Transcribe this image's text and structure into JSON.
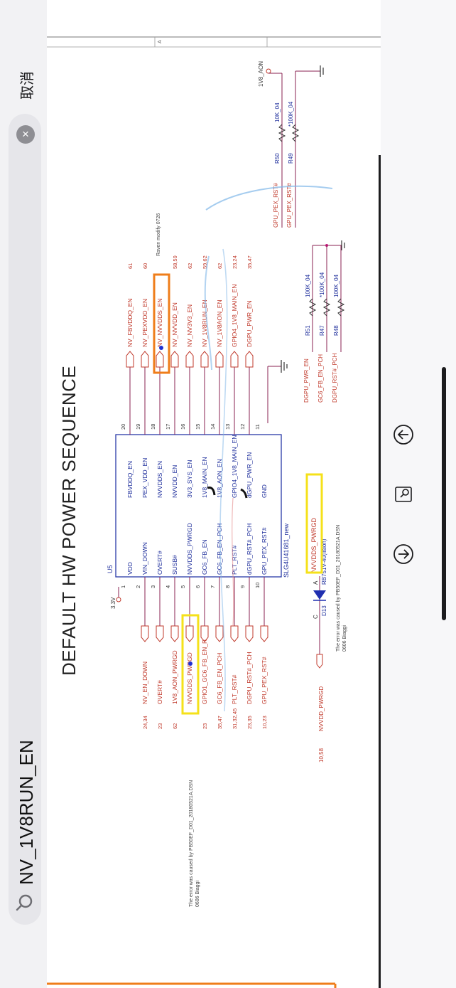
{
  "toolbar": {
    "cancel_label": "取消",
    "search_query": "NV_1V8RUN_EN"
  },
  "icons": {
    "clear": "close-icon",
    "search": "magnifier-icon",
    "prev": "arrow-up-circle-icon",
    "next": "arrow-down-circle-icon",
    "find": "document-search-icon"
  },
  "schematic": {
    "title": "DEFAULT HW POWER SEQUENCE",
    "sheet_col": "A",
    "chip_ref": "U5",
    "chip_part": "SLG4U41681_new",
    "supply": "3.3V",
    "aon_rail": "1V8_AON",
    "note_modify": "Raven modify 0726",
    "err_line1": "The error was caused by PB50EF_D01_20180521A.DSN",
    "err_line2": "0606 Biaggi",
    "left_pins": [
      {
        "num": "1",
        "pin": "VDD",
        "net": "",
        "xref": ""
      },
      {
        "num": "2",
        "pin": "VIN_DOWN",
        "net": "NV_EN_DOWN",
        "xref": "24,34"
      },
      {
        "num": "3",
        "pin": "OVERT#",
        "net": "OVERT#",
        "xref": "23"
      },
      {
        "num": "4",
        "pin": "SUSB#",
        "net": "1V8_AON_PWRGD",
        "xref": "62"
      },
      {
        "num": "5",
        "pin": "NVVDDS_PWRGD",
        "net": "NVVDDS_PWRGD",
        "xref": ""
      },
      {
        "num": "6",
        "pin": "GC6_FB_EN",
        "net": "GPIO1_GC6_FB_EN_R",
        "xref": "23"
      },
      {
        "num": "7",
        "pin": "GC6_FB_EN_PCH",
        "net": "GC6_FB_EN_PCH",
        "xref": "35,47"
      },
      {
        "num": "8",
        "pin": "PLT_RST#",
        "net": "PLT_RST#",
        "xref": "31,32,45"
      },
      {
        "num": "9",
        "pin": "dGPU_RST#_PCH",
        "net": "DGPU_RST#_PCH",
        "xref": "23,35"
      },
      {
        "num": "10",
        "pin": "GPU_PEX_RST#",
        "net": "GPU_PEX_RST#",
        "xref": "10,23"
      }
    ],
    "right_pins": [
      {
        "num": "20",
        "pin": "FBVDDQ_EN",
        "net": "NV_FBVDDQ_EN",
        "xref": "61"
      },
      {
        "num": "19",
        "pin": "PEX_VDD_EN",
        "net": "NV_PEXVDD_EN",
        "xref": "60"
      },
      {
        "num": "18",
        "pin": "NVVDDS_EN",
        "net": "NV_NVVDDS_EN",
        "xref": ""
      },
      {
        "num": "17",
        "pin": "NVVDD_EN",
        "net": "NV_NVVDD_EN",
        "xref": "58,59"
      },
      {
        "num": "16",
        "pin": "3V3_SYS_EN",
        "net": "NV_NV3V3_EN",
        "xref": "62"
      },
      {
        "num": "15",
        "pin": "1V8_MAIN_EN",
        "net": "NV_1V8RUN_EN",
        "xref": "59,62"
      },
      {
        "num": "14",
        "pin": "1V8_AON_EN",
        "net": "NV_1V8AON_EN",
        "xref": "62"
      },
      {
        "num": "13",
        "pin": "GPIO4_1V8_MAIN_EN",
        "net": "GPIO4_1V8_MAIN_EN",
        "xref": "23,24"
      },
      {
        "num": "12",
        "pin": "dGPU_PWR_EN",
        "net": "DGPU_PWR_EN",
        "xref": "35,47"
      },
      {
        "num": "11",
        "pin": "GND",
        "net": "",
        "xref": ""
      }
    ],
    "resistors": [
      {
        "ref": "R50",
        "val": "10K_04",
        "net": "GPU_PEX_RST#"
      },
      {
        "ref": "R49",
        "val": "*100K_04",
        "net": "GPU_PEX_RST#"
      },
      {
        "ref": "R51",
        "val": "100K_04",
        "net": "DGPU_PWR_EN"
      },
      {
        "ref": "R47",
        "val": "*100K_04",
        "net": "GC6_FB_EN_PCH"
      },
      {
        "ref": "R48",
        "val": "100K_04",
        "net": "DGPU_RST#_PCH"
      }
    ],
    "diode": {
      "ref": "D13",
      "part": "RB751V-40(lision)",
      "anode": "A",
      "cathode": "C",
      "net_top": "NVVDDS_PWRGD",
      "net_bottom": "NVVDD_PWRGD",
      "xref": "10,58"
    },
    "colors": {
      "net": "#c0392b",
      "pin": "#1f2f9c",
      "wire": "#8a2050",
      "orange_box": "#ef7d1a",
      "yellow_box": "#f5e11a",
      "scribble": "#7fb6e8"
    }
  }
}
